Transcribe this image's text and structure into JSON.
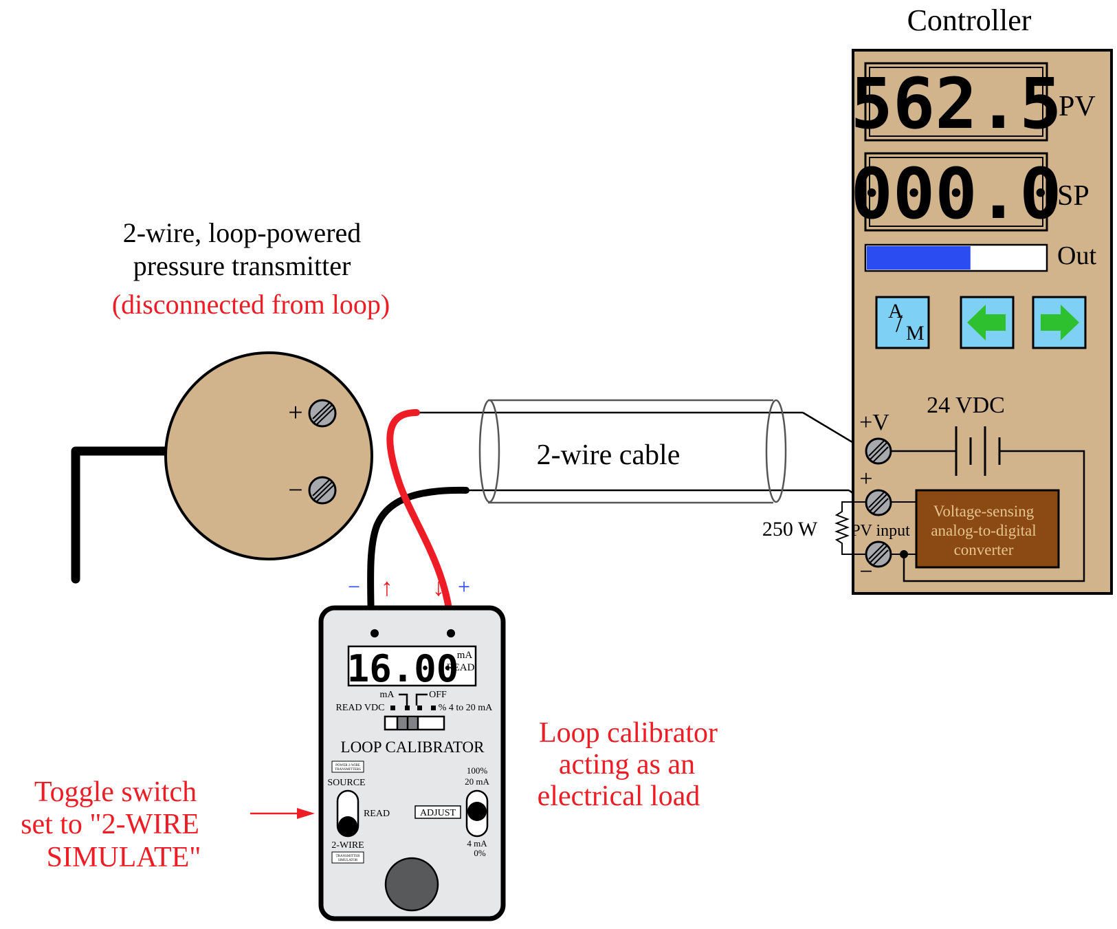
{
  "transmitter": {
    "title_line1": "2-wire, loop-powered",
    "title_line2": "pressure transmitter",
    "status": "(disconnected from loop)",
    "plus_label": "+",
    "minus_label": "−"
  },
  "cable": {
    "label": "2-wire cable"
  },
  "controller": {
    "title": "Controller",
    "pv_value": "562.5",
    "pv_label": "PV",
    "sp_value": "000.0",
    "sp_label": "SP",
    "out_label": "Out",
    "out_fraction": 0.58,
    "am_a": "A",
    "am_slash": "/",
    "am_m": "M",
    "supply_label": "24 VDC",
    "plus_v_label": "+V",
    "pv_plus_label": "+",
    "pv_minus_label": "−",
    "pv_input_label": "PV input",
    "resistor_label": "250 W",
    "adc_line1": "Voltage-sensing",
    "adc_line2": "analog-to-digital",
    "adc_line3": "converter"
  },
  "calibrator": {
    "display_value": "16.00",
    "display_unit": "mA",
    "display_mode": "READ",
    "lead_minus": "−",
    "lead_plus": "+",
    "arrow_up": "↑",
    "arrow_down": "↓",
    "sel_ma": "mA",
    "sel_off": "OFF",
    "sel_read_vdc": "READ VDC",
    "sel_pct": "% 4 to 20 mA",
    "brand": "LOOP CALIBRATOR",
    "box_power_line1": "POWER 2-WIRE",
    "box_power_line2": "TRANSMITTERS",
    "source_label": "SOURCE",
    "read_label": "READ",
    "twowire_label": "2-WIRE",
    "box_sim_line1": "TRANSMITTER",
    "box_sim_line2": "SIMULATOR",
    "adjust_label": "ADJUST",
    "scale_100": "100%",
    "scale_20ma": "20 mA",
    "scale_4ma": "4 mA",
    "scale_0": "0%"
  },
  "annotations": {
    "load_line1": "Loop calibrator",
    "load_line2": "acting as an",
    "load_line3": "electrical load",
    "toggle_line1": "Toggle switch",
    "toggle_line2": "set to \"2-WIRE",
    "toggle_line3": "SIMULATE\""
  },
  "colors": {
    "tan": "#d2b48c",
    "red": "#ee1c24",
    "blue_bar": "#2a4cf0",
    "button_blue": "#7fd0f5",
    "arrow_green": "#2ec02e",
    "adc_brown": "#8b4a14",
    "calibrator_body": "#e6e7e8"
  }
}
